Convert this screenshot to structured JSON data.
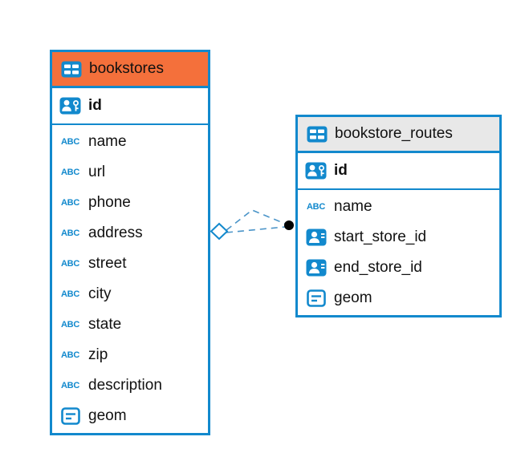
{
  "tables": [
    {
      "name": "bookstores",
      "header_bg": "#f4703b",
      "primary_key": {
        "label": "id",
        "icon": "person-key-icon"
      },
      "columns": [
        {
          "label": "name",
          "icon": "text-type-icon"
        },
        {
          "label": "url",
          "icon": "text-type-icon"
        },
        {
          "label": "phone",
          "icon": "text-type-icon"
        },
        {
          "label": "address",
          "icon": "text-type-icon"
        },
        {
          "label": "street",
          "icon": "text-type-icon"
        },
        {
          "label": "city",
          "icon": "text-type-icon"
        },
        {
          "label": "state",
          "icon": "text-type-icon"
        },
        {
          "label": "zip",
          "icon": "text-type-icon"
        },
        {
          "label": "description",
          "icon": "text-type-icon"
        },
        {
          "label": "geom",
          "icon": "geometry-type-icon"
        }
      ]
    },
    {
      "name": "bookstore_routes",
      "header_bg": "#e8e8e8",
      "primary_key": {
        "label": "id",
        "icon": "person-key-icon"
      },
      "columns": [
        {
          "label": "name",
          "icon": "text-type-icon"
        },
        {
          "label": "start_store_id",
          "icon": "person-fk-icon"
        },
        {
          "label": "end_store_id",
          "icon": "person-fk-icon"
        },
        {
          "label": "geom",
          "icon": "geometry-type-icon"
        }
      ]
    }
  ],
  "relationships": [
    {
      "from_table": "bookstore_routes",
      "from_column": "start_store_id",
      "to_table": "bookstores",
      "to_column": "id",
      "line_style": "dashed",
      "source_end": "dot",
      "target_end": "diamond"
    },
    {
      "from_table": "bookstore_routes",
      "from_column": "end_store_id",
      "to_table": "bookstores",
      "to_column": "id",
      "line_style": "dashed",
      "source_end": "dot",
      "target_end": "diamond"
    }
  ],
  "icons": {
    "text_type_label": "ABC",
    "table_icon": "table-grid",
    "primary_key_icon": "person-with-key",
    "foreign_key_icon": "person",
    "geometry_icon": "box-with-lines"
  },
  "colors": {
    "table_border": "#1289cd",
    "bookstores_header_bg": "#f4703b",
    "routes_header_bg": "#e8e8e8",
    "icon_blue": "#1289cd",
    "relationship_line": "#4a94c8",
    "text": "#111111",
    "background": "#ffffff"
  }
}
